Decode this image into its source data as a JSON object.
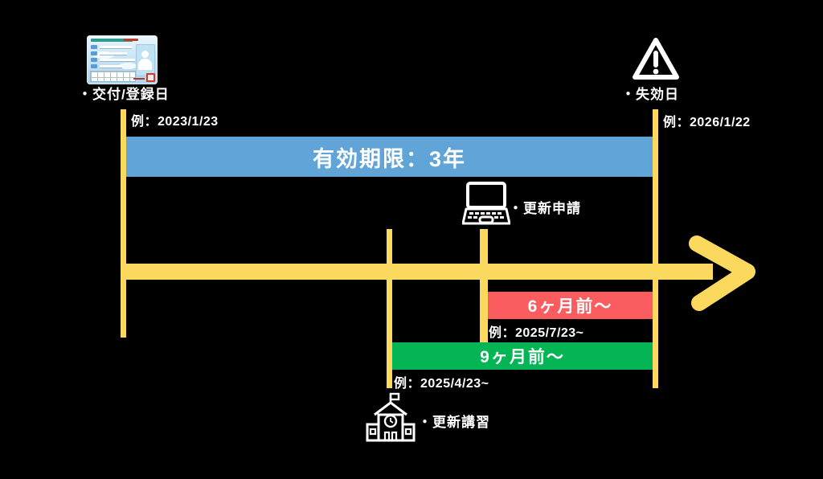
{
  "canvas": {
    "background": "#000000"
  },
  "colors": {
    "timeline_yellow": "#FBD95E",
    "validity_blue": "#61A4D8",
    "six_month_red": "#FB5C5F",
    "nine_month_green": "#04B455",
    "text_white": "#FFFFFF"
  },
  "timeline": {
    "issue": {
      "label": "・交付/登録日",
      "example": "例：2023/1/23",
      "icon": "license-card"
    },
    "expiry": {
      "label": "・失効日",
      "example": "例：2026/1/22",
      "icon": "warning-triangle"
    },
    "validity": {
      "label": "有効期限：3年"
    },
    "renewal_application": {
      "label": "・更新申請",
      "icon": "laptop"
    },
    "renewal_training": {
      "label": "・更新講習",
      "icon": "school-building"
    },
    "periods": [
      {
        "label": "6ヶ月前〜",
        "example": "例：2025/7/23~",
        "color": "#FB5C5F"
      },
      {
        "label": "9ヶ月前〜",
        "example": "例：2025/4/23~",
        "color": "#04B455"
      }
    ]
  }
}
